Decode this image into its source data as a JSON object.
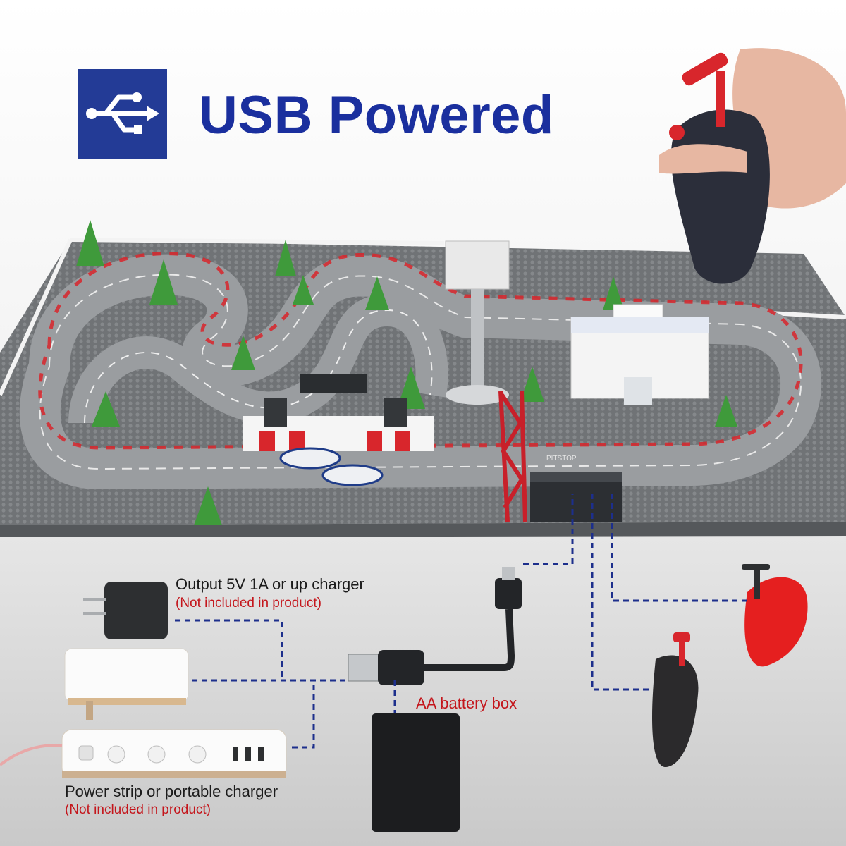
{
  "header": {
    "title": "USB Powered",
    "icon": "usb-icon"
  },
  "labels": {
    "charger_title": "Output 5V 1A or up charger",
    "charger_note": "(Not included in product)",
    "battery_box": "AA battery box",
    "power_strip_title": "Power strip or portable charger",
    "power_strip_note": "(Not included in product)",
    "pitstop": "PITSTOP"
  },
  "colors": {
    "brand_blue": "#233b96",
    "title_blue": "#1a2f9e",
    "note_red": "#c4161c",
    "dashed_line": "#1d2f8c",
    "track_grey": "#8f9295",
    "baseplate_grey": "#6e7174"
  }
}
